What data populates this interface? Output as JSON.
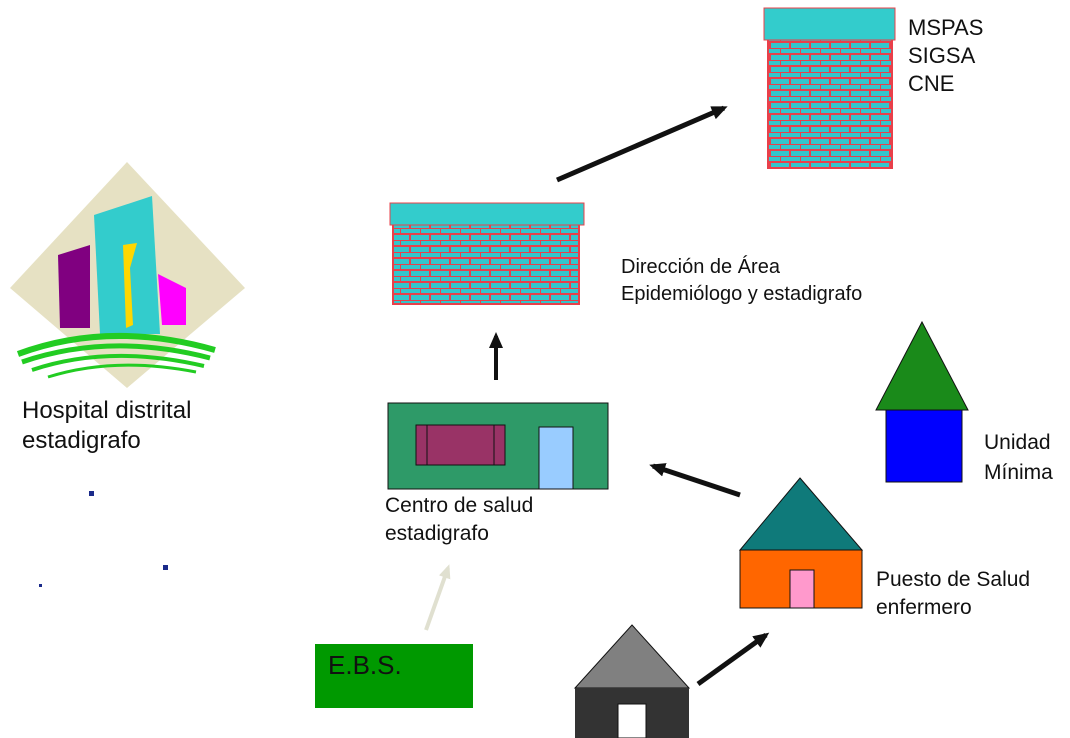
{
  "labels": {
    "top_authorities": [
      "MSPAS",
      "SIGSA",
      "CNE"
    ],
    "area_direction": [
      "Dirección de Área",
      "Epidemiólogo y estadigrafo"
    ],
    "hospital": [
      "Hospital distrital",
      "estadigrafo"
    ],
    "health_center": [
      "Centro de salud",
      "estadigrafo"
    ],
    "minimal_unit": [
      "Unidad",
      "Mínima"
    ],
    "health_post": [
      "Puesto de Salud",
      "enfermero"
    ],
    "ebs": "E.B.S."
  },
  "colors": {
    "brick_fill": "#33c6cc",
    "brick_line": "#e8404a",
    "roof_cap": "#33cccc",
    "health_center_body": "#2e9a68",
    "health_center_window": "#993366",
    "health_center_door": "#99ccff",
    "minimal_unit_roof": "#1a8a1a",
    "minimal_unit_body": "#0000ff",
    "health_post_roof": "#0f7a7a",
    "health_post_body": "#ff6600",
    "health_post_door": "#ff99cc",
    "house_roof": "#808080",
    "house_body": "#333333",
    "ebs_box": "#009900",
    "arrow": "#111111",
    "arrow_faint": "#e0e0d0"
  }
}
